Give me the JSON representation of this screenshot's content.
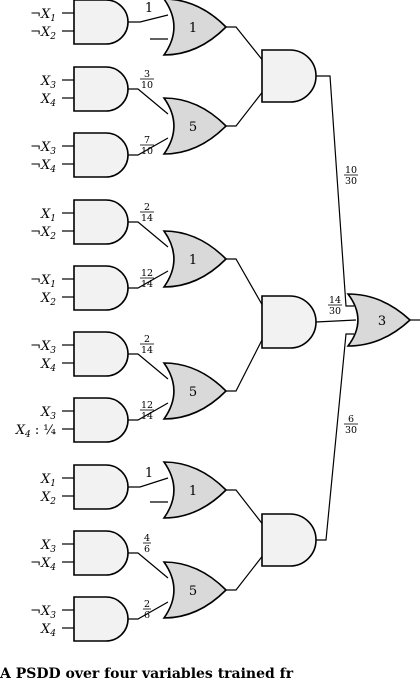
{
  "caption": "A PSDD over four variables trained fr",
  "inputs": [
    {
      "neg": true,
      "var": "X",
      "sub": "1",
      "suffix": ""
    },
    {
      "neg": true,
      "var": "X",
      "sub": "2",
      "suffix": ""
    },
    {
      "neg": false,
      "var": "X",
      "sub": "3",
      "suffix": ""
    },
    {
      "neg": false,
      "var": "X",
      "sub": "4",
      "suffix": ""
    },
    {
      "neg": true,
      "var": "X",
      "sub": "3",
      "suffix": ""
    },
    {
      "neg": true,
      "var": "X",
      "sub": "4",
      "suffix": ""
    },
    {
      "neg": false,
      "var": "X",
      "sub": "1",
      "suffix": ""
    },
    {
      "neg": true,
      "var": "X",
      "sub": "2",
      "suffix": ""
    },
    {
      "neg": true,
      "var": "X",
      "sub": "1",
      "suffix": ""
    },
    {
      "neg": false,
      "var": "X",
      "sub": "2",
      "suffix": ""
    },
    {
      "neg": true,
      "var": "X",
      "sub": "3",
      "suffix": ""
    },
    {
      "neg": false,
      "var": "X",
      "sub": "4",
      "suffix": ""
    },
    {
      "neg": false,
      "var": "X",
      "sub": "3",
      "suffix": ""
    },
    {
      "neg": false,
      "var": "X",
      "sub": "4",
      "suffix": ": ¼"
    },
    {
      "neg": false,
      "var": "X",
      "sub": "1",
      "suffix": ""
    },
    {
      "neg": false,
      "var": "X",
      "sub": "2",
      "suffix": ""
    },
    {
      "neg": false,
      "var": "X",
      "sub": "3",
      "suffix": ""
    },
    {
      "neg": true,
      "var": "X",
      "sub": "4",
      "suffix": ""
    },
    {
      "neg": true,
      "var": "X",
      "sub": "3",
      "suffix": ""
    },
    {
      "neg": false,
      "var": "X",
      "sub": "4",
      "suffix": ""
    }
  ],
  "or_gates": [
    {
      "label": "1",
      "weights": [
        {
          "num": "1",
          "den": ""
        }
      ]
    },
    {
      "label": "5",
      "weights": [
        {
          "num": "3",
          "den": "10"
        },
        {
          "num": "7",
          "den": "10"
        }
      ]
    },
    {
      "label": "1",
      "weights": [
        {
          "num": "2",
          "den": "14"
        },
        {
          "num": "12",
          "den": "14"
        }
      ]
    },
    {
      "label": "5",
      "weights": [
        {
          "num": "2",
          "den": "14"
        },
        {
          "num": "12",
          "den": "14"
        }
      ]
    },
    {
      "label": "1",
      "weights": [
        {
          "num": "1",
          "den": ""
        }
      ]
    },
    {
      "label": "5",
      "weights": [
        {
          "num": "4",
          "den": "6"
        },
        {
          "num": "2",
          "den": "6"
        }
      ]
    }
  ],
  "root": {
    "label": "3",
    "weights": [
      {
        "num": "10",
        "den": "30"
      },
      {
        "num": "14",
        "den": "30"
      },
      {
        "num": "6",
        "den": "30"
      }
    ]
  }
}
